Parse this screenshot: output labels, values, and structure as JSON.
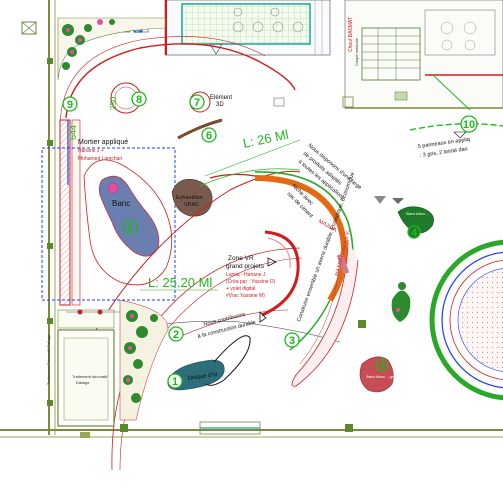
{
  "zones": [
    {
      "id": "zone-1",
      "number": "1",
      "label": "Disque d'or"
    },
    {
      "id": "zone-2",
      "number": "2",
      "label": "Nous contribuons à la construction durable"
    },
    {
      "id": "zone-3",
      "number": "3",
      "label": "Construire ensemble un avenir durable, Ecologique, Economique"
    },
    {
      "id": "zone-4a",
      "number": "4",
      "label": "Stand Mono ... granulats"
    },
    {
      "id": "zone-4b",
      "number": "4",
      "label": "Stand béton ..."
    },
    {
      "id": "zone-5",
      "number": "5",
      "label": "Banc"
    },
    {
      "id": "zone-6",
      "number": "6",
      "label": ""
    },
    {
      "id": "zone-7",
      "number": "7",
      "label": "Elément 3D"
    },
    {
      "id": "zone-8",
      "number": "8",
      "label": ""
    },
    {
      "id": "zone-9",
      "number": "9",
      "label": ""
    },
    {
      "id": "zone-10",
      "number": "10",
      "label": "5 panneaux en applique : 3 gris, 2 teinte dans la masse"
    }
  ],
  "labels": {
    "mortier_title": "Mortier appliqué",
    "mortier_authors_1": "Hanane J +",
    "mortier_authors_2": "Mohamed Lamchari",
    "echantillon": "Echantillon",
    "vrac": "VRAC",
    "zone_vr_1": "Zone VR",
    "zone_vr_2": "grand projets",
    "zone_vr_red_1": "Lamia - Hanane J",
    "zone_vr_red_2": "(Créa par : Yassine D)",
    "zone_vr_red_3": "+ volet digital",
    "zone_vr_red_4": "#Vrac Yassine M)",
    "arc_text_1": "Nous disposons d'une large",
    "arc_text_2": "de produits adaptés",
    "arc_text_3": "à toutes les applications",
    "niche_1": "Niche avec",
    "niche_2": "sac de ciment",
    "majida": "MAJIDA",
    "majida_crea": "MAJIDA (Créa par Y)",
    "dim_26": "L: 26 Ml",
    "dim_25": "L: 25.20 Ml",
    "dim_250": "250",
    "dim_644": "644",
    "top_right_1": "Chouf BASMAT",
    "top_right_2": "Coupe verticale",
    "bottom_left_1": "Traitement décoratif",
    "bottom_left_2": "Dallage"
  },
  "colors": {
    "dim_green": "#1fb81f",
    "wall_red": "#d01c1c",
    "banc_fill": "#6a7fb0",
    "banc_stroke": "#c0304a",
    "echantillon_fill": "#7a5a4f",
    "arc_orange": "#e36a12",
    "arc_green": "#2aa82a",
    "stand_green": "#1f7a2a",
    "stand_red": "#c84c55",
    "disque_fill": "#2e6e7a",
    "grass": "#7fbf4d",
    "hatch": "#c9a88f",
    "selection_blue": "#1a3cff"
  }
}
